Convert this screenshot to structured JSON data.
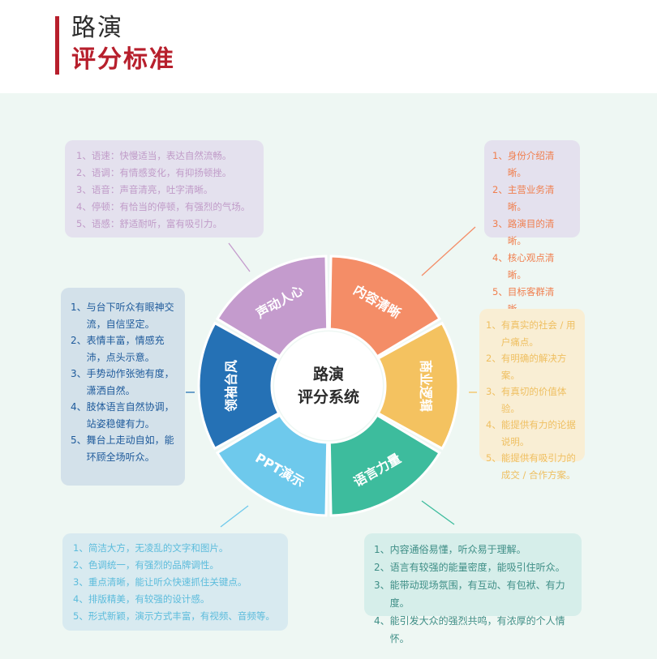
{
  "header": {
    "title_line1": "路演",
    "title_line2": "评分标准"
  },
  "center": {
    "line1": "路演",
    "line2": "评分系统"
  },
  "segments": [
    {
      "label": "内容清晰",
      "color": "#f48d67"
    },
    {
      "label": "商业逻辑",
      "color": "#f4c260"
    },
    {
      "label": "语言力量",
      "color": "#3dbc9d"
    },
    {
      "label": "PPT演示",
      "color": "#6ec9ec"
    },
    {
      "label": "领袖台风",
      "color": "#2571b5"
    },
    {
      "label": "声动人心",
      "color": "#c49bcd"
    }
  ],
  "boxes": {
    "top_left": [
      {
        "num": "1、",
        "text": "语速：快慢适当，表达自然流畅。"
      },
      {
        "num": "2、",
        "text": "语调：有情感变化，有抑扬顿挫。"
      },
      {
        "num": "3、",
        "text": "语音：声音清亮，吐字清晰。"
      },
      {
        "num": "4、",
        "text": "停顿：有恰当的停顿，有强烈的气场。"
      },
      {
        "num": "5、",
        "text": "语感：舒适耐听，富有吸引力。"
      }
    ],
    "top_right": [
      {
        "num": "1、",
        "text": "身份介绍清晰。"
      },
      {
        "num": "2、",
        "text": "主营业务清晰。"
      },
      {
        "num": "3、",
        "text": "路演目的清晰。"
      },
      {
        "num": "4、",
        "text": "核心观点清晰。"
      },
      {
        "num": "5、",
        "text": "目标客群清晰。"
      }
    ],
    "left": [
      {
        "num": "1、",
        "text": "与台下听众有眼神交流，自信坚定。"
      },
      {
        "num": "2、",
        "text": "表情丰富，情感充沛，点头示意。"
      },
      {
        "num": "3、",
        "text": "手势动作张弛有度，潇洒自然。"
      },
      {
        "num": "4、",
        "text": "肢体语言自然协调，站姿稳健有力。"
      },
      {
        "num": "5、",
        "text": "舞台上走动自如，能环顾全场听众。"
      }
    ],
    "right": [
      {
        "num": "1、",
        "text": "有真实的社会 / 用户痛点。"
      },
      {
        "num": "2、",
        "text": "有明确的解决方案。"
      },
      {
        "num": "3、",
        "text": "有真切的价值体验。"
      },
      {
        "num": "4、",
        "text": "能提供有力的论据说明。"
      },
      {
        "num": "5、",
        "text": "能提供有吸引力的成交 / 合作方案。"
      }
    ],
    "bottom_left": [
      {
        "num": "1、",
        "text": "简洁大方，无凌乱的文字和图片。"
      },
      {
        "num": "2、",
        "text": "色调统一，有强烈的品牌调性。"
      },
      {
        "num": "3、",
        "text": "重点清晰，能让听众快速抓住关键点。"
      },
      {
        "num": "4、",
        "text": "排版精美，有较强的设计感。"
      },
      {
        "num": "5、",
        "text": "形式新颖，演示方式丰富，有视频、音频等。"
      }
    ],
    "bottom_right": [
      {
        "num": "1、",
        "text": "内容通俗易懂，听众易于理解。"
      },
      {
        "num": "2、",
        "text": "语言有较强的能量密度，能吸引住听众。"
      },
      {
        "num": "3、",
        "text": "能带动现场氛围，有互动、有包袱、有力度。"
      },
      {
        "num": "4、",
        "text": "能引发大众的强烈共鸣，有浓厚的个人情怀。"
      }
    ]
  }
}
